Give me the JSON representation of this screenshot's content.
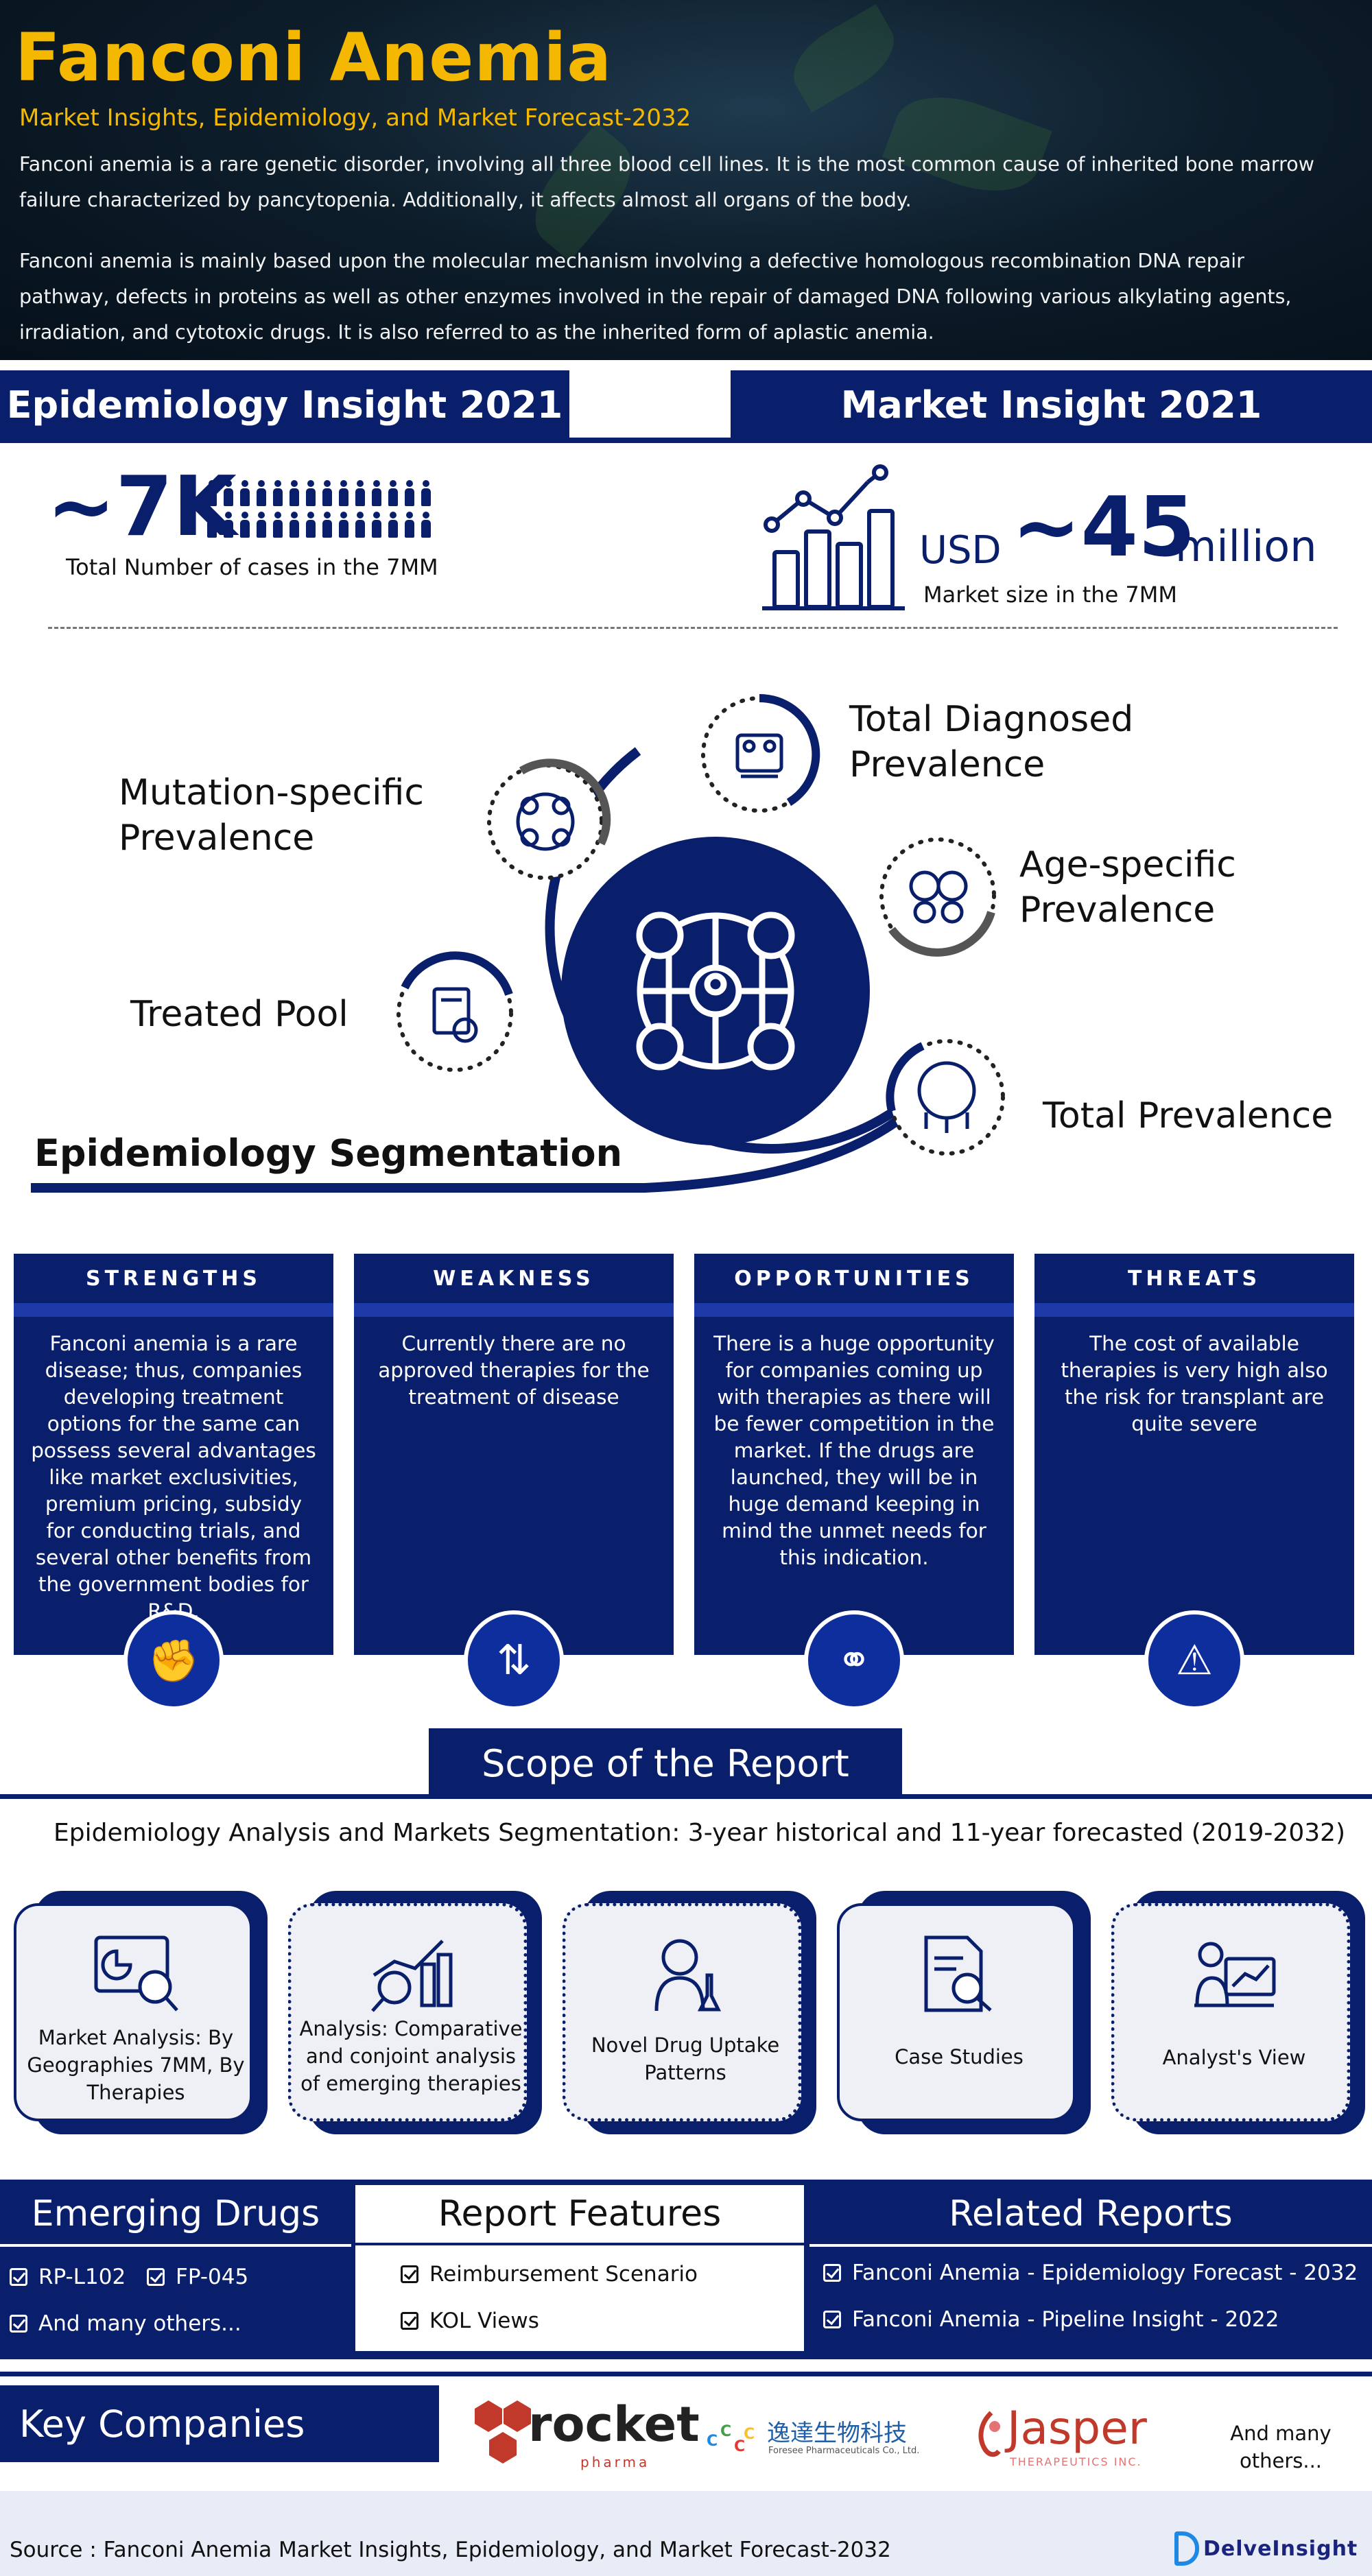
{
  "header": {
    "title": "Fanconi Anemia",
    "subtitle": "Market Insights, Epidemiology, and Market Forecast-2032",
    "intro1_line1": "Fanconi anemia is a rare genetic disorder, involving all three blood cell lines. It is the most common cause of inherited bone marrow",
    "intro1_line2": "failure characterized by pancytopenia. Additionally, it affects almost all organs of the body.",
    "intro2_line1": "Fanconi anemia is mainly based upon the molecular mechanism involving a defective homologous recombination DNA repair",
    "intro2_line2": "pathway, defects in proteins as well as other enzymes involved in the repair of damaged DNA following various alkylating agents,",
    "intro2_line3": "irradiation, and cytotoxic drugs. It is also referred to as the inherited form of aplastic anemia."
  },
  "epi_insight": {
    "title": "Epidemiology Insight 2021",
    "value": "~7K",
    "caption": "Total Number of cases in the 7MM"
  },
  "market_insight": {
    "title": "Market Insight 2021",
    "currency": "USD",
    "value": "~45",
    "unit": "million",
    "caption": "Market size in the 7MM"
  },
  "segmentation": {
    "title": "Epidemiology Segmentation",
    "mutation": [
      "Mutation-specific",
      "Prevalence"
    ],
    "diagnosed": [
      "Total Diagnosed",
      "Prevalence"
    ],
    "age": [
      "Age-specific",
      "Prevalence"
    ],
    "treated": "Treated Pool",
    "total": "Total Prevalence"
  },
  "swot": [
    {
      "head": "STRENGTHS",
      "body": "Fanconi anemia is a rare disease; thus, companies developing treatment options for the same can possess several advantages like market exclusivities, premium pricing, subsidy for conducting trials, and several other benefits from the government bodies for R&D."
    },
    {
      "head": "WEAKNESS",
      "body": "Currently there are no approved therapies for the treatment of disease"
    },
    {
      "head": "OPPORTUNITIES",
      "body": "There is a huge opportunity for companies coming up with therapies as there will be fewer competition in the market. If the drugs are launched, they will be in huge demand keeping in mind the unmet needs for this indication."
    },
    {
      "head": "THREATS",
      "body": "The cost of available therapies is very high also the risk for transplant are quite severe"
    }
  ],
  "scope": {
    "title": "Scope of the Report",
    "subtitle": "Epidemiology Analysis and Markets Segmentation: 3-year historical and 11-year forecasted (2019-2032)",
    "cards": [
      "Market Analysis: By Geographies 7MM, By Therapies",
      "Analysis: Comparative and conjoint analysis of emerging therapies",
      "Novel Drug Uptake Patterns",
      "Case Studies",
      "Analyst's View"
    ]
  },
  "emerging": {
    "title": "Emerging Drugs",
    "items": [
      "RP-L102",
      "FP-045",
      "And many others..."
    ]
  },
  "features": {
    "title": "Report Features",
    "items": [
      "Reimbursement Scenario",
      "KOL Views"
    ]
  },
  "related": {
    "title": "Related Reports",
    "items": [
      "Fanconi Anemia - Epidemiology Forecast - 2032",
      "Fanconi Anemia - Pipeline Insight - 2022"
    ]
  },
  "companies": {
    "title": "Key Companies",
    "rocket_name": "rocket",
    "rocket_sub": "pharma",
    "foresee_cn": "逸達生物科技",
    "foresee_en": "Foresee Pharmaceuticals Co., Ltd.",
    "jasper_name": "Jasper",
    "jasper_sub": "THERAPEUTICS INC.",
    "more": "And many others..."
  },
  "footer": {
    "source": "Source : Fanconi Anemia Market Insights, Epidemiology, and Market Forecast-2032",
    "brand": "DelveInsight"
  },
  "colors": {
    "navy": "#0a1f6b",
    "gold": "#f5b800"
  }
}
